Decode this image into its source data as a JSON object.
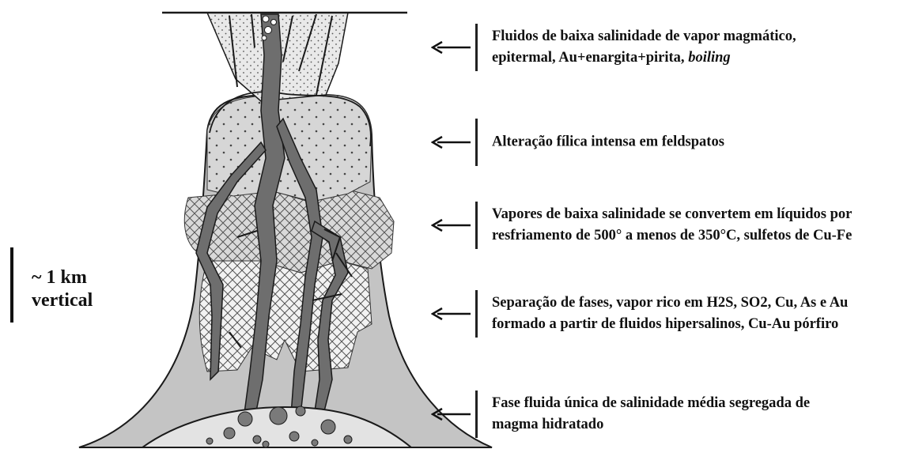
{
  "scale": {
    "line1": "~ 1 km",
    "line2": "vertical"
  },
  "annotations": [
    {
      "line1": "Fluidos de baixa salinidade de vapor magmático,",
      "line2_main": "epitermal, Au+enargita+pirita, ",
      "line2_italic": "boiling"
    },
    {
      "line1": "Alteração fílica intensa em feldspatos",
      "line2_main": "",
      "line2_italic": ""
    },
    {
      "line1": "Vapores de baixa salinidade se convertem em líquidos por",
      "line2_main": "resfriamento de 500° a menos de 350°C, sulfetos de Cu-Fe",
      "line2_italic": ""
    },
    {
      "line1": "Separação de fases, vapor rico em H2S, SO2, Cu, As e Au",
      "line2_main": "formado a partir de fluidos hipersalinos, Cu-Au pórfiro",
      "line2_italic": ""
    },
    {
      "line1": "Fase fluida única de salinidade média segregada de",
      "line2_main": "magma hidratado",
      "line2_italic": ""
    }
  ],
  "colors": {
    "outline": "#1a1a1a",
    "volcano_fill": "#c4c4c4",
    "inner_body_fill": "#d3d3d3",
    "dotted_zone_fill": "#e6e6e6",
    "crosshatch_fill": "#d8d8d8",
    "vein_fill": "#6e6e6e",
    "magma_fill": "#e3e3e3",
    "blob_fill": "#8a8a8a"
  }
}
